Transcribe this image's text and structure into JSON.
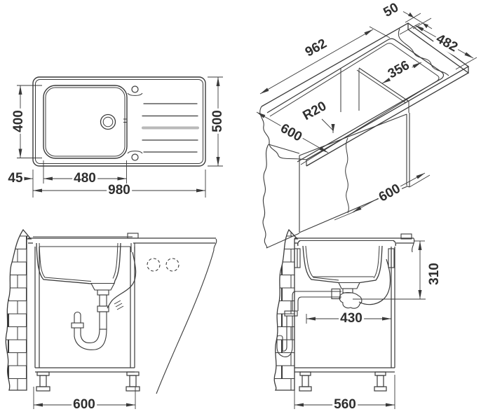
{
  "drawing": {
    "kind": "sink installation technical drawing",
    "colors": {
      "line": "#3a3a3a",
      "ridge_gray": "#b9b9b9",
      "background": "#ffffff"
    },
    "views": {
      "plan": {
        "dims": {
          "bowl_depth": "400",
          "left_offset": "45",
          "bowl_width": "480",
          "overall_length": "980",
          "overall_depth": "500"
        }
      },
      "isometric": {
        "dims": {
          "cutout_length": "962",
          "rear_margin": "50",
          "cutout_depth": "482",
          "bowl_section": "356",
          "corner_radius": "R20",
          "worktop_depth": "600",
          "cabinet_depth": "600"
        }
      },
      "front": {
        "dims": {
          "cabinet_width": "600"
        }
      },
      "side": {
        "dims": {
          "drain_height": "310",
          "clearance": "430",
          "cabinet_depth": "560"
        }
      }
    }
  }
}
